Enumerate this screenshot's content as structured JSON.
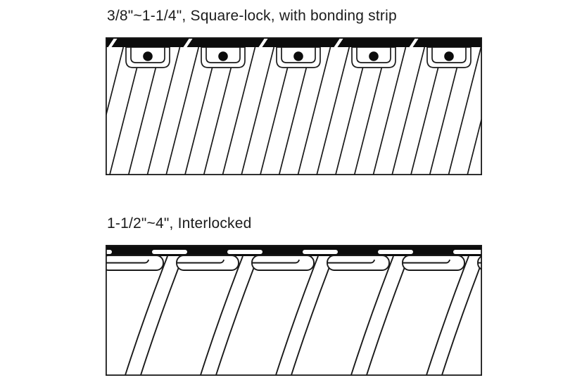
{
  "page": {
    "background": "#ffffff"
  },
  "diagrams": [
    {
      "id": "square-lock",
      "title": "3/8\"~1-1/4\", Square-lock, with bonding strip",
      "size_range": "3/8\"~1-1/4\"",
      "construction": "Square-lock",
      "feature": "with bonding strip",
      "units": 5,
      "colors": {
        "line": "#1a1a1a",
        "fill": "#ffffff",
        "band": "#0c0c0c",
        "dot": "#0c0c0c"
      }
    },
    {
      "id": "interlocked",
      "title": "1-1/2\"~4\", Interlocked",
      "size_range": "1-1/2\"~4\"",
      "construction": "Interlocked",
      "units": 5,
      "colors": {
        "line": "#1a1a1a",
        "fill": "#ffffff",
        "band": "#0c0c0c"
      }
    }
  ]
}
